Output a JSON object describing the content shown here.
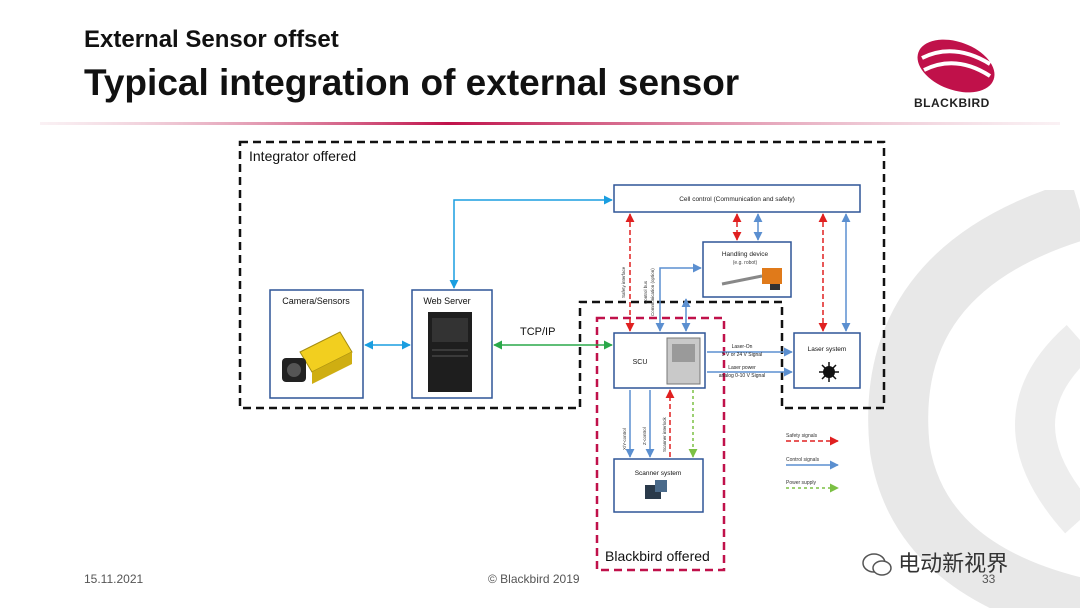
{
  "header": {
    "subtitle": "External Sensor offset",
    "title": "Typical integration of external sensor",
    "brand": "BLACKBIRD"
  },
  "diagram": {
    "integrator_label": "Integrator offered",
    "blackbird_label": "Blackbird offered",
    "cell_control": "Cell control (Communication and safety)",
    "handling_device": "Handling device",
    "handling_device_sub": "(e.g. robot)",
    "camera": "Camera/Sensors",
    "web_server": "Web Server",
    "tcpip": "TCP/IP",
    "scu": "SCU",
    "laser_system": "Laser system",
    "scanner_system": "Scanner system",
    "laser_on": "Laser-On",
    "laser_on_sub": "5 V or 24 V Signal",
    "laser_power": "Laser power",
    "laser_power_sub": "analog 0-10 V Signal",
    "safety_interface": "Safety interface",
    "control_bus": "Control bus",
    "communication": "Communication (option)",
    "xy_control": "X/Y-control",
    "z_control": "Z-control",
    "scanner_interlock": "Scanner interlock",
    "legend": {
      "safety": "Safety signals",
      "control": "Control signals",
      "power": "Power supply"
    }
  },
  "colors": {
    "accent": "#c0114a",
    "control_blue": "#5b8fd0",
    "cyan": "#1a9ee0",
    "green": "#2aa84a",
    "safety_red": "#e02020",
    "power_green": "#7bc043",
    "box_border": "#2f5597"
  },
  "footer": {
    "date": "15.11.2021",
    "copyright": "© Blackbird 2019",
    "page": "33",
    "watermark": "电动新视界"
  }
}
